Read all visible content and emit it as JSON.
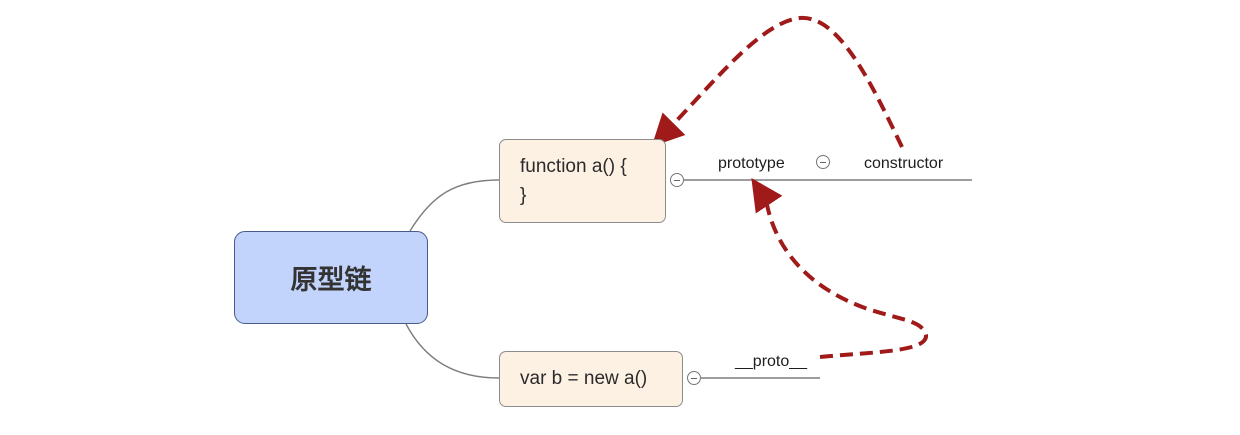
{
  "root": {
    "label": "原型链"
  },
  "function_node": {
    "line1": "function a() {",
    "line2": "}"
  },
  "var_node": {
    "label": "var b = new a()"
  },
  "prototype_label": "prototype",
  "constructor_label": "constructor",
  "proto_label": "__proto__",
  "colors": {
    "root_fill": "#c2d4fb",
    "root_border": "#4a5a8a",
    "child_fill": "#fdf1e4",
    "child_border": "#8c8c8c",
    "connector": "#7d7d7d",
    "arrow": "#a01a1a"
  }
}
